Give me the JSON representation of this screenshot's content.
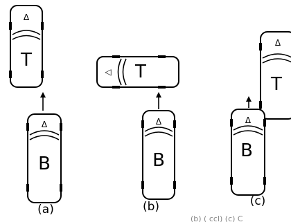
{
  "panels": [
    {
      "id": "a",
      "caption": "(a)",
      "top_car": {
        "label": "T",
        "marker": "Δ"
      },
      "bottom_car": {
        "label": "B",
        "marker": "Δ"
      }
    },
    {
      "id": "b",
      "caption": "(b)",
      "top_car": {
        "label": "T",
        "marker": "◁"
      },
      "bottom_car": {
        "label": "B",
        "marker": "Δ"
      }
    },
    {
      "id": "c",
      "caption": "(c)",
      "top_car": {
        "label": "T",
        "marker": "Δ"
      },
      "bottom_car": {
        "label": "B",
        "marker": "Δ"
      }
    }
  ],
  "footer_fragment": "(b) ( ccl) (c) C"
}
